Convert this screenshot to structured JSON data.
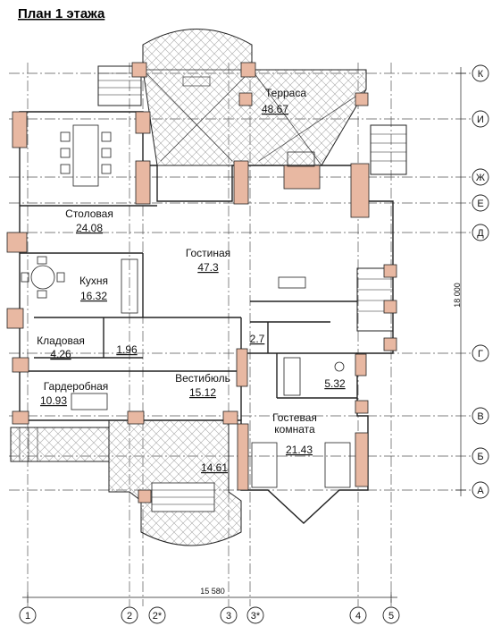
{
  "title": "План 1 этажа",
  "axes": {
    "rows": [
      "К",
      "И",
      "Ж",
      "Е",
      "Д",
      "Г",
      "В",
      "Б",
      "А"
    ],
    "columns": [
      "1",
      "2",
      "2*",
      "3",
      "3*",
      "4",
      "5"
    ]
  },
  "dimensions": {
    "overall_width": "15 580",
    "overall_height": "18 000"
  },
  "rooms": [
    {
      "id": "terrace",
      "name": "Терраса",
      "area": "48.67"
    },
    {
      "id": "dining",
      "name": "Столовая",
      "area": "24.08"
    },
    {
      "id": "living",
      "name": "Гостиная",
      "area": "47.3"
    },
    {
      "id": "kitchen",
      "name": "Кухня",
      "area": "16.32"
    },
    {
      "id": "pantry",
      "name": "Кладовая",
      "area": "4.26"
    },
    {
      "id": "wc-small",
      "name": "",
      "area": "1.96"
    },
    {
      "id": "stair-area",
      "name": "",
      "area": "2.7"
    },
    {
      "id": "vestibule",
      "name": "Вестибюль",
      "area": "15.12"
    },
    {
      "id": "wardrobe",
      "name": "Гардеробная",
      "area": "10.93"
    },
    {
      "id": "bath",
      "name": "",
      "area": "5.32"
    },
    {
      "id": "guest",
      "name": "Гостевая комната",
      "area": "21.43"
    },
    {
      "id": "porch",
      "name": "",
      "area": "14.61"
    }
  ],
  "colors": {
    "wall": "#e8b8a2",
    "hatch": "#9a9a9a",
    "line": "#222222"
  }
}
